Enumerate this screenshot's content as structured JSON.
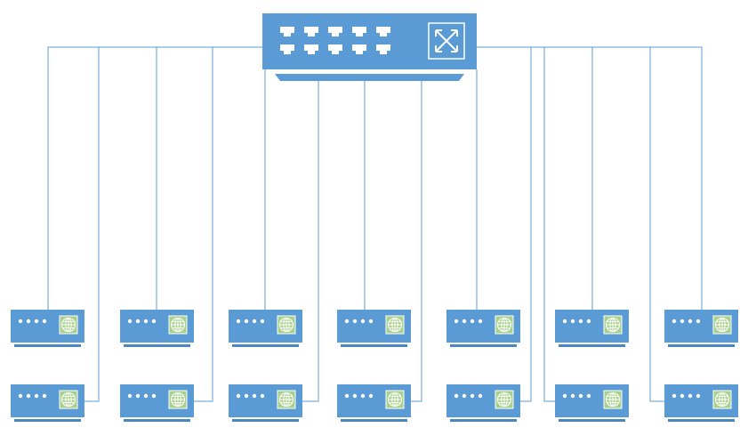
{
  "diagram": {
    "colors": {
      "device_fill": "#5b9bd5",
      "device_shadow": "#4a86c0",
      "wire": "#5b9bd5",
      "port_white": "#ffffff",
      "globe_bg": "#a9d18e",
      "globe_stroke": "#ffffff"
    },
    "switch": {
      "icon": "network-switch-icon",
      "port_icon": "ethernet-port-icon",
      "port_count": 10,
      "emblem_icon": "switch-crossed-arrows-icon"
    },
    "hosts": {
      "icon": "network-host-icon",
      "globe_icon": "globe-icon",
      "columns": 7,
      "rows": 2,
      "led_count": 4
    }
  }
}
